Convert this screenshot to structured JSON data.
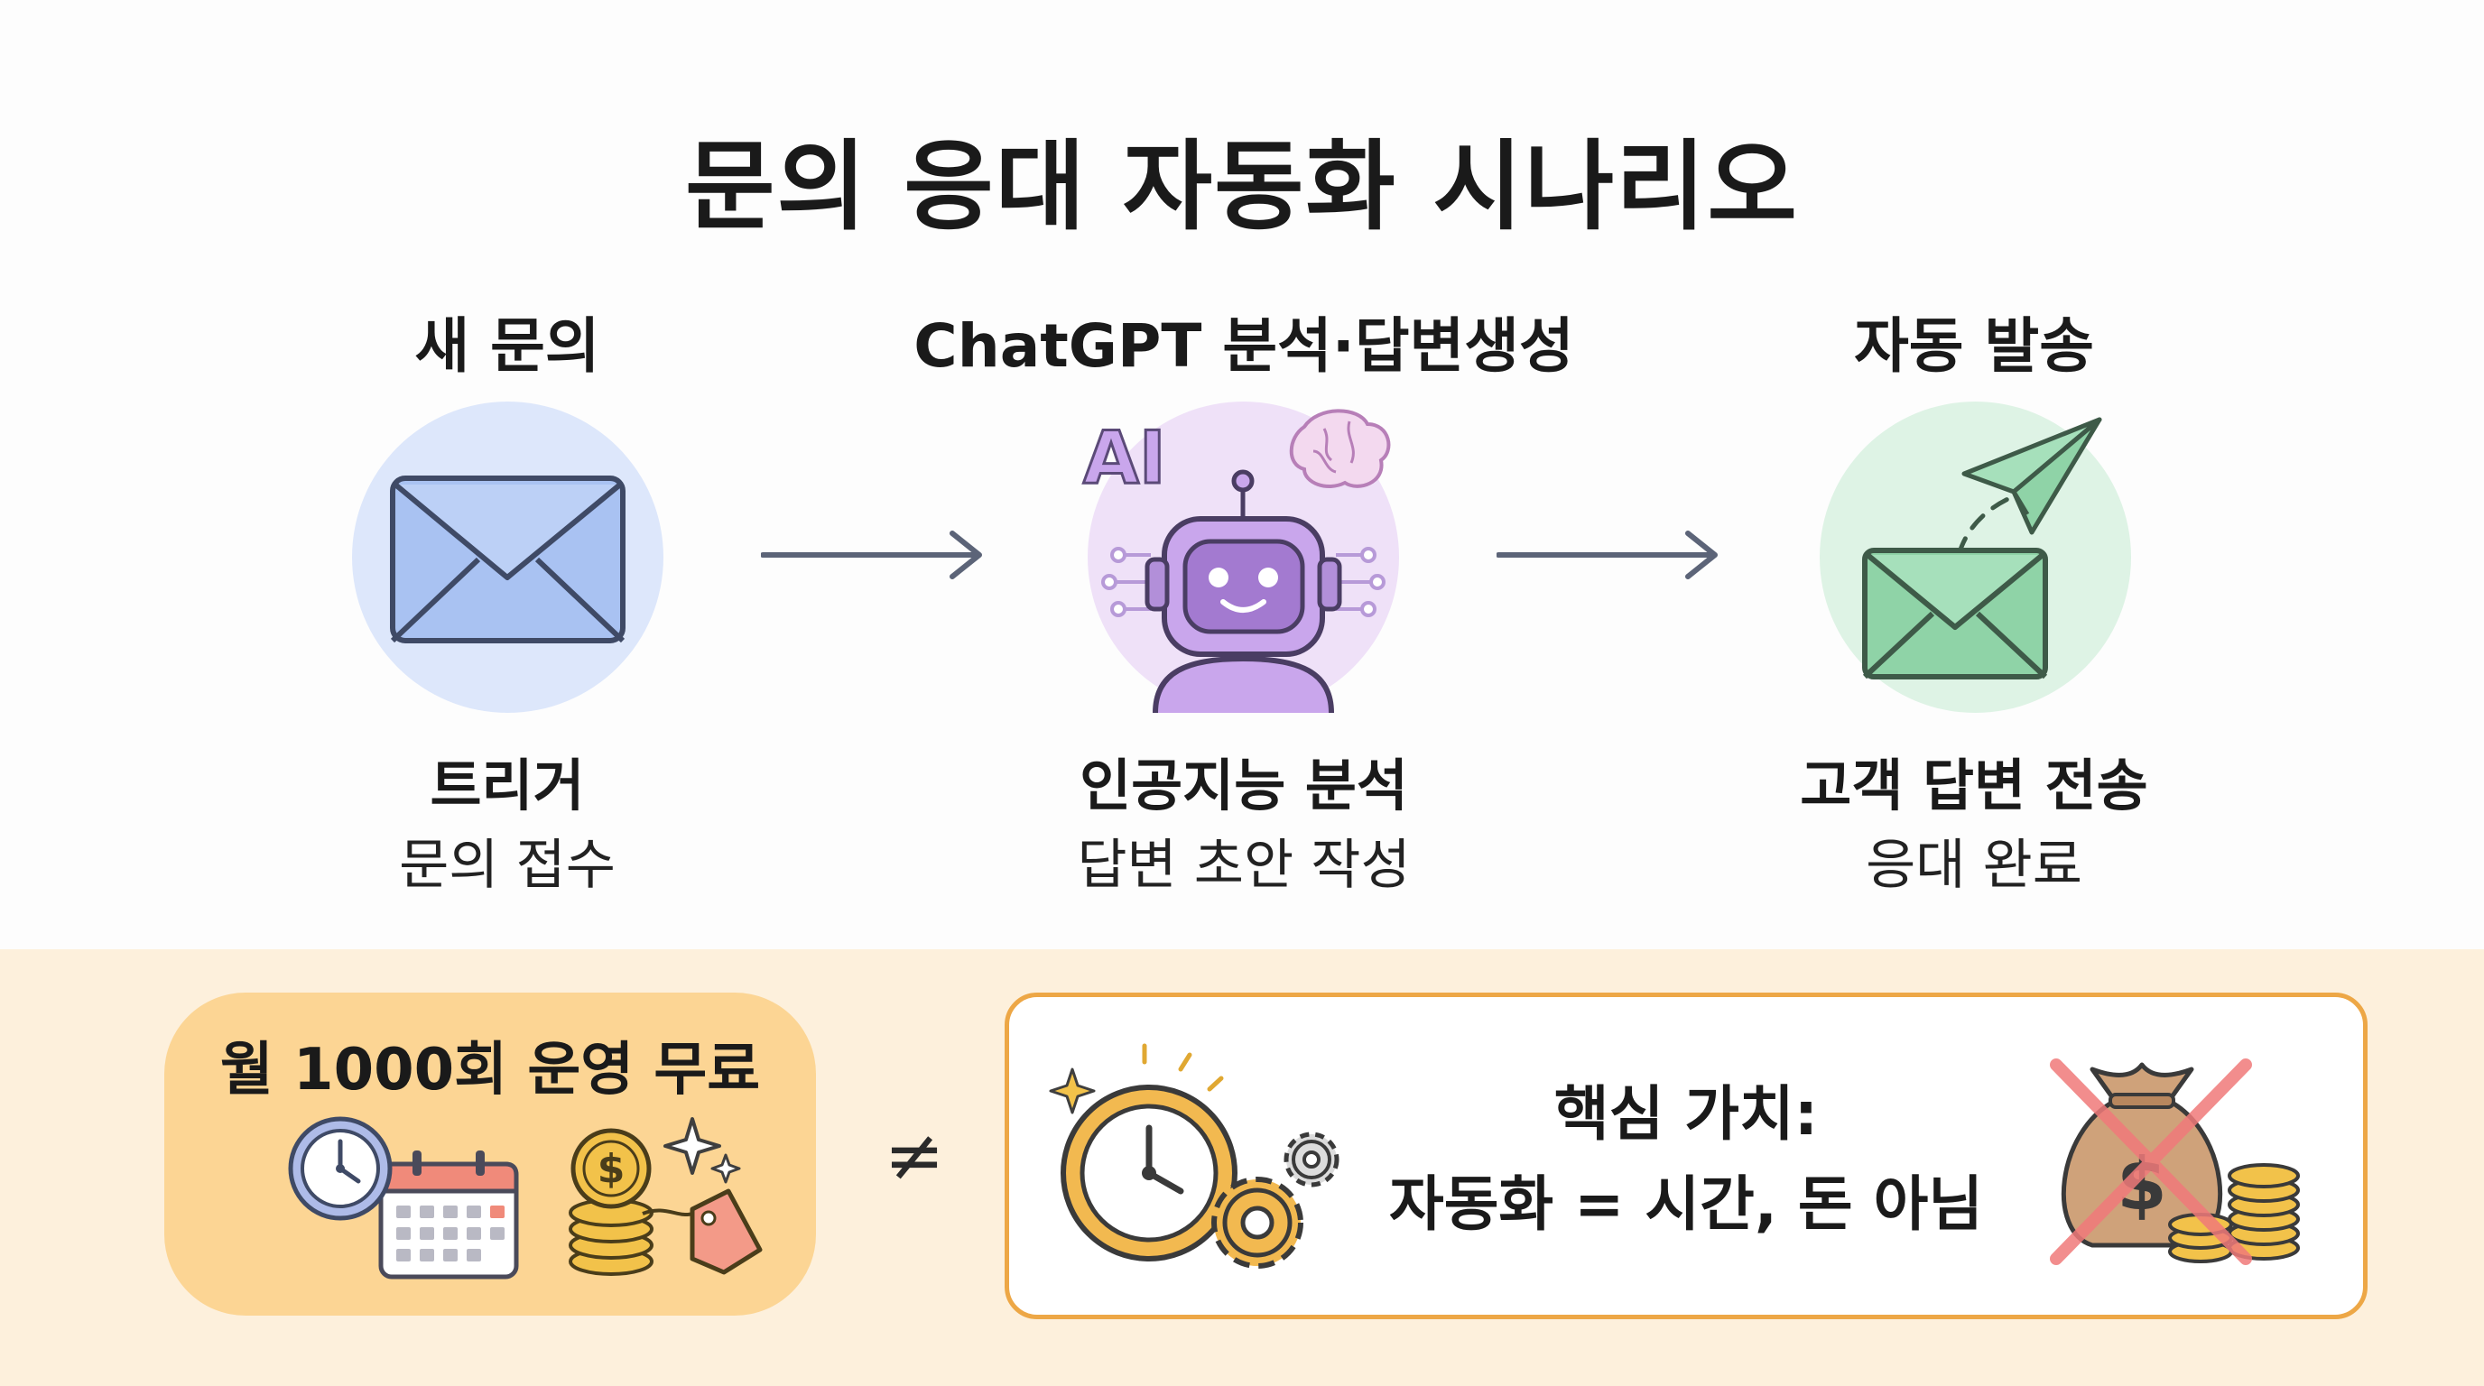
{
  "title": "문의 응대 자동화 시나리오",
  "steps": [
    {
      "head": "새 문의",
      "label": "트리거",
      "sub": "문의 접수",
      "icon": "envelope-icon",
      "circle_color": "#dde7fb"
    },
    {
      "head": "ChatGPT 분석·답변생성",
      "label": "인공지능 분석",
      "sub": "답변 초안 작성",
      "icon": "robot-icon",
      "badge": "AI",
      "circle_color": "#efe1f8"
    },
    {
      "head": "자동 발송",
      "label": "고객 답변 전송",
      "sub": "응대 완료",
      "icon": "paper-plane-envelope-icon",
      "circle_color": "#def3e5"
    }
  ],
  "free_box": {
    "title": "월 1000회 운영 무료",
    "icons": [
      "clock-icon",
      "calendar-icon",
      "coins-icon",
      "price-tag-icon",
      "sparkle-icon"
    ]
  },
  "neq_symbol": "≠",
  "value_box": {
    "line1": "핵심 가치:",
    "line2": "자동화 = 시간, 돈 아님",
    "icons": [
      "clock-icon",
      "gear-icon",
      "crossed-money-bag-icon"
    ]
  },
  "colors": {
    "blue": "#a9c2f2",
    "purple": "#c9a6ec",
    "green": "#8fd3a7",
    "orange": "#eda746",
    "band": "#fdf0dc",
    "red_cross": "#f07a7a"
  }
}
